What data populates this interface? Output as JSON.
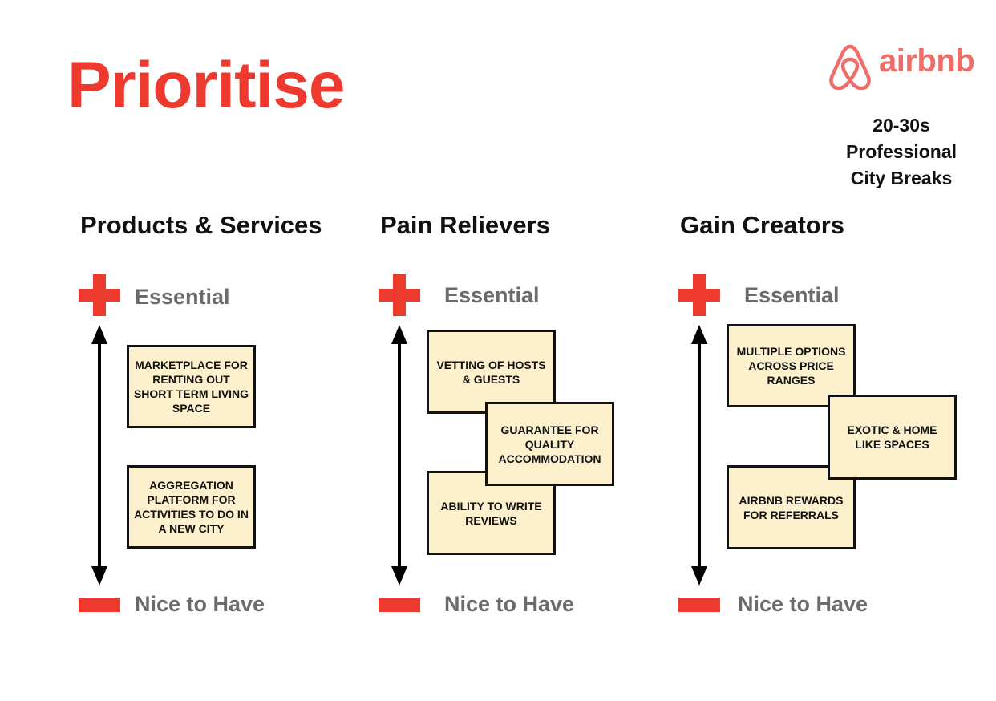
{
  "title": "Prioritise",
  "brand": {
    "name": "airbnb",
    "color": "#ef6d68",
    "icon": "airbnb-belo-icon"
  },
  "segment": {
    "line1": "20-30s",
    "line2": "Professional",
    "line3": "City Breaks"
  },
  "colors": {
    "accent": "#ee3a2e",
    "note_fill": "#fdf0cc",
    "label_gray": "#6b6b6b"
  },
  "scale": {
    "top_label": "Essential",
    "bottom_label": "Nice to Have"
  },
  "columns": [
    {
      "title": "Products & Services",
      "notes": [
        "MARKETPLACE FOR RENTING OUT SHORT TERM LIVING SPACE",
        "AGGREGATION PLATFORM FOR ACTIVITIES TO DO IN A NEW CITY"
      ]
    },
    {
      "title": "Pain Relievers",
      "notes": [
        "VETTING OF HOSTS & GUESTS",
        "GUARANTEE FOR QUALITY ACCOMMODATION",
        "ABILITY TO WRITE REVIEWS"
      ]
    },
    {
      "title": "Gain Creators",
      "notes": [
        "MULTIPLE OPTIONS ACROSS PRICE RANGES",
        "EXOTIC & HOME LIKE SPACES",
        "AIRBNB REWARDS FOR REFERRALS"
      ]
    }
  ]
}
